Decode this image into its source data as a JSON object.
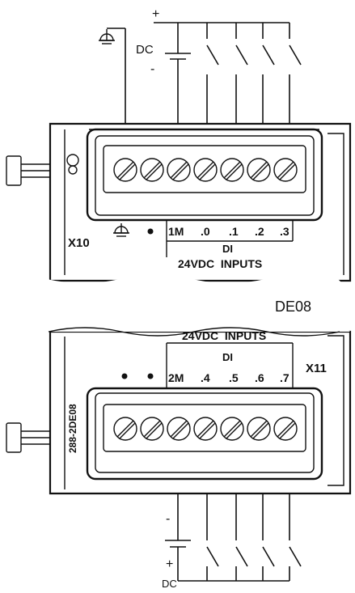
{
  "top_module": {
    "connector_id": "X10",
    "supply_label": "DC",
    "supply_plus": "+",
    "supply_minus": "-",
    "terminals": [
      "1M",
      ".0",
      ".1",
      ".2",
      ".3"
    ],
    "group_label": "DI",
    "inputs_label": "24VDC  INPUTS"
  },
  "module_name": "DE08",
  "bottom_module": {
    "connector_id": "X11",
    "part_number": "288-2DE08",
    "supply_label": "DC",
    "supply_plus": "+",
    "supply_minus": "-",
    "terminals": [
      "2M",
      ".4",
      ".5",
      ".6",
      ".7"
    ],
    "group_label": "DI",
    "inputs_label": "24VDC  INPUTS"
  },
  "icons": [
    "ground-icon",
    "dot-icon",
    "screw-terminal-icon",
    "din-clip-icon",
    "switch-icon"
  ]
}
